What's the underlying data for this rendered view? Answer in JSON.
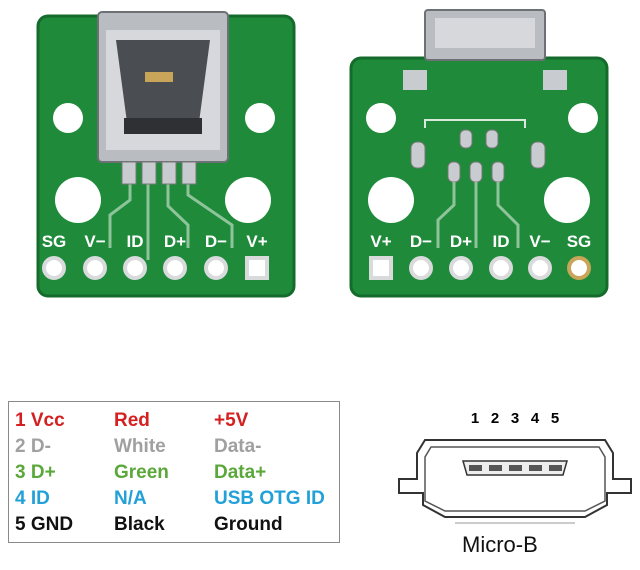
{
  "boards": {
    "mini": {
      "labels": [
        "SG",
        "V−",
        "ID",
        "D+",
        "D−",
        "V+"
      ]
    },
    "micro": {
      "labels": [
        "V+",
        "D−",
        "D+",
        "ID",
        "V−",
        "SG"
      ]
    }
  },
  "pinout": {
    "rows": [
      {
        "num": "1 Vcc",
        "color": "Red",
        "signal": "+5V",
        "hex": "#d42020"
      },
      {
        "num": "2 D-",
        "color": "White",
        "signal": "Data-",
        "hex": "#a0a0a0"
      },
      {
        "num": "3 D+",
        "color": "Green",
        "signal": "Data+",
        "hex": "#5aa83a"
      },
      {
        "num": "4 ID",
        "color": "N/A",
        "signal": "USB OTG ID",
        "hex": "#22a0d8"
      },
      {
        "num": "5 GND",
        "color": "Black",
        "signal": "Ground",
        "hex": "#111111"
      }
    ]
  },
  "connector": {
    "pin_numbers": [
      "1",
      "2",
      "3",
      "4",
      "5"
    ],
    "label": "Micro-B"
  },
  "colors": {
    "pcb": "#1e8a3a",
    "pcb_dark": "#146b2b",
    "silkscreen": "#ffffff"
  }
}
